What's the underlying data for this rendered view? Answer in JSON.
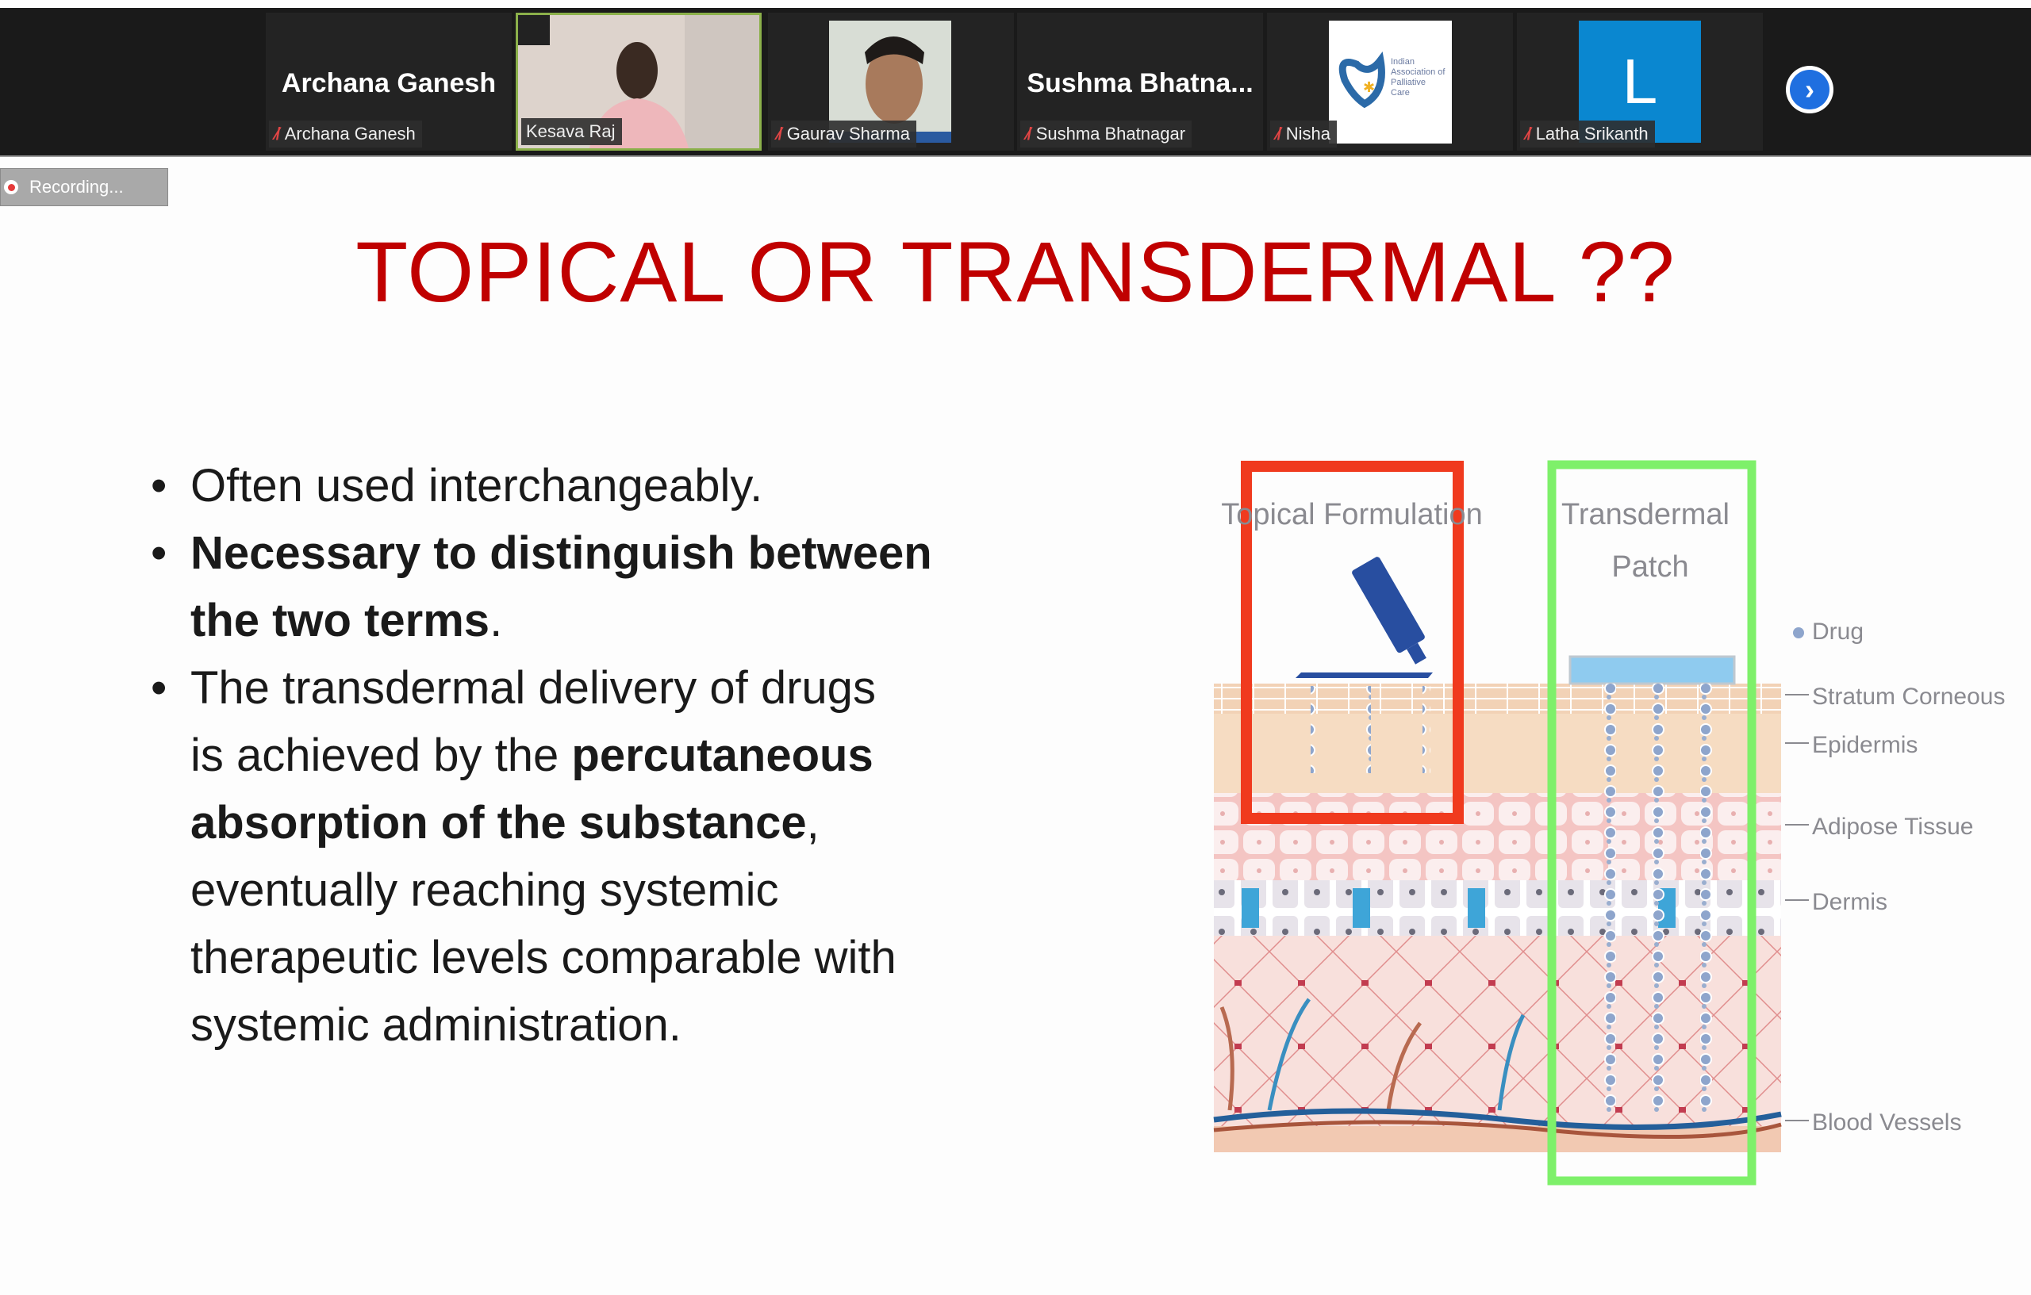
{
  "participants": [
    {
      "name": "Archana Ganesh",
      "display": "Archana Ganesh",
      "muted": true
    },
    {
      "name": "Kesava Raj",
      "muted": false,
      "active_speaker": true
    },
    {
      "name": "Gaurav Sharma",
      "muted": true
    },
    {
      "name": "Sushma Bhatnagar",
      "display": "Sushma  Bhatna...",
      "muted": true
    },
    {
      "name": "Nisha",
      "muted": true
    },
    {
      "name": "Latha Srikanth",
      "avatar_letter": "L",
      "muted": true
    }
  ],
  "logo_text": "Indian Association of Palliative Care",
  "recording_label": "Recording...",
  "next_icon": "chevron-right-icon",
  "slide": {
    "title": "TOPICAL OR TRANSDERMAL ??",
    "bullets": [
      {
        "text": "Often used interchangeably."
      },
      {
        "bold": "Necessary to distinguish between the two terms",
        "tail": "."
      },
      {
        "lead": "The transdermal delivery of drugs is achieved by the ",
        "bold": "percutaneous absorption of the substance",
        "tail": ", eventually reaching systemic therapeutic levels comparable with systemic administration."
      }
    ],
    "diagram": {
      "topical_label": "Topical Formulation",
      "transdermal_label_1": "Transdermal",
      "transdermal_label_2": "Patch",
      "legend": {
        "drug": "Drug",
        "stratum": "Stratum Corneous",
        "epidermis": "Epidermis",
        "adipose": "Adipose Tissue",
        "dermis": "Dermis",
        "blood": "Blood Vessels"
      }
    }
  },
  "colors": {
    "title": "#c00000",
    "topical_box": "#f03a1e",
    "transdermal_box": "#7ef06a",
    "avatar_bg": "#0a87d0"
  }
}
